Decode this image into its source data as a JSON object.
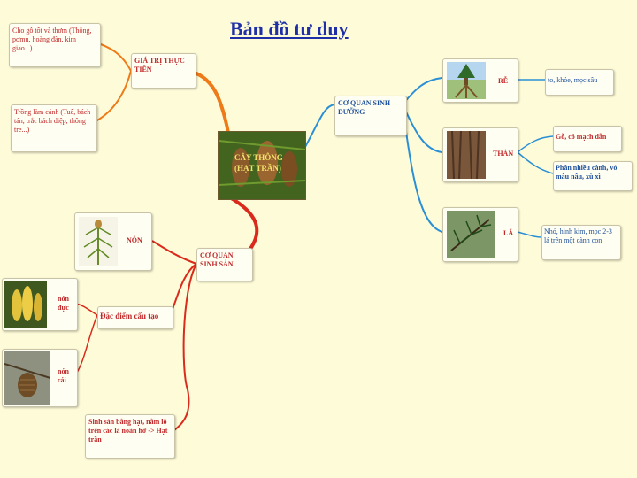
{
  "title": "Bản đồ tư duy",
  "center": {
    "line1": "CÂY THÔNG",
    "line2": "(HẠT TRẦN)"
  },
  "value": {
    "branch": "GIÁ TRỊ THỰC TIỄN",
    "item1": "Cho gỗ tốt và thơm (Thông, pơmu, hoàng đàn, kim giao...)",
    "item2": "Trồng làm cảnh (Tuế, bách tán, trắc bách diệp, thông tre...)"
  },
  "veg": {
    "branch": "CƠ QUAN SINH DƯỠNG",
    "root": {
      "label": "RỄ",
      "desc": "to, khỏe, mọc sâu"
    },
    "stem": {
      "label": "THÂN",
      "desc1": "Gỗ, có mạch dẫn",
      "desc2": "Phân nhiều cành, vỏ màu nâu, xù xì"
    },
    "leaf": {
      "label": "LÁ",
      "desc": "Nhỏ, hình kim, mọc 2-3 lá trên một cành con"
    }
  },
  "repro": {
    "branch": "CƠ QUAN SINH SẢN",
    "cone": "NÓN",
    "male": "nón đực",
    "female": "nón cái",
    "structure": "Đặc điểm cấu tạo",
    "seed": "Sinh sản bằng hạt, nằm lộ trên các lá noãn hở -> Hạt trần"
  },
  "colors": {
    "red": "#d92a1c",
    "orange": "#ee7a18",
    "blue": "#2b8fd6"
  }
}
